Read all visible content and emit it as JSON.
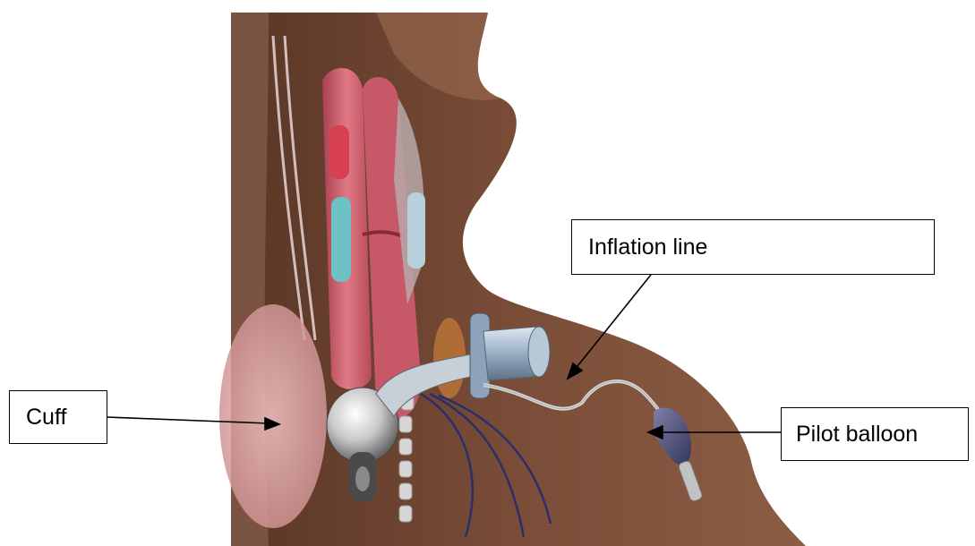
{
  "labels": {
    "cuff": "Cuff",
    "inflation_line": "Inflation line",
    "pilot_balloon": "Pilot balloon"
  },
  "colors": {
    "skin_dark": "#6e4632",
    "skin_mid": "#8a5a42",
    "trachea_pink": "#d96a7a",
    "thyroid_pink": "#e8a9a9",
    "tube_blue": "#9fb6cc",
    "cuff_silver": "#c8c8c8",
    "wire_navy": "#2a2f6a",
    "text": "#000000"
  }
}
